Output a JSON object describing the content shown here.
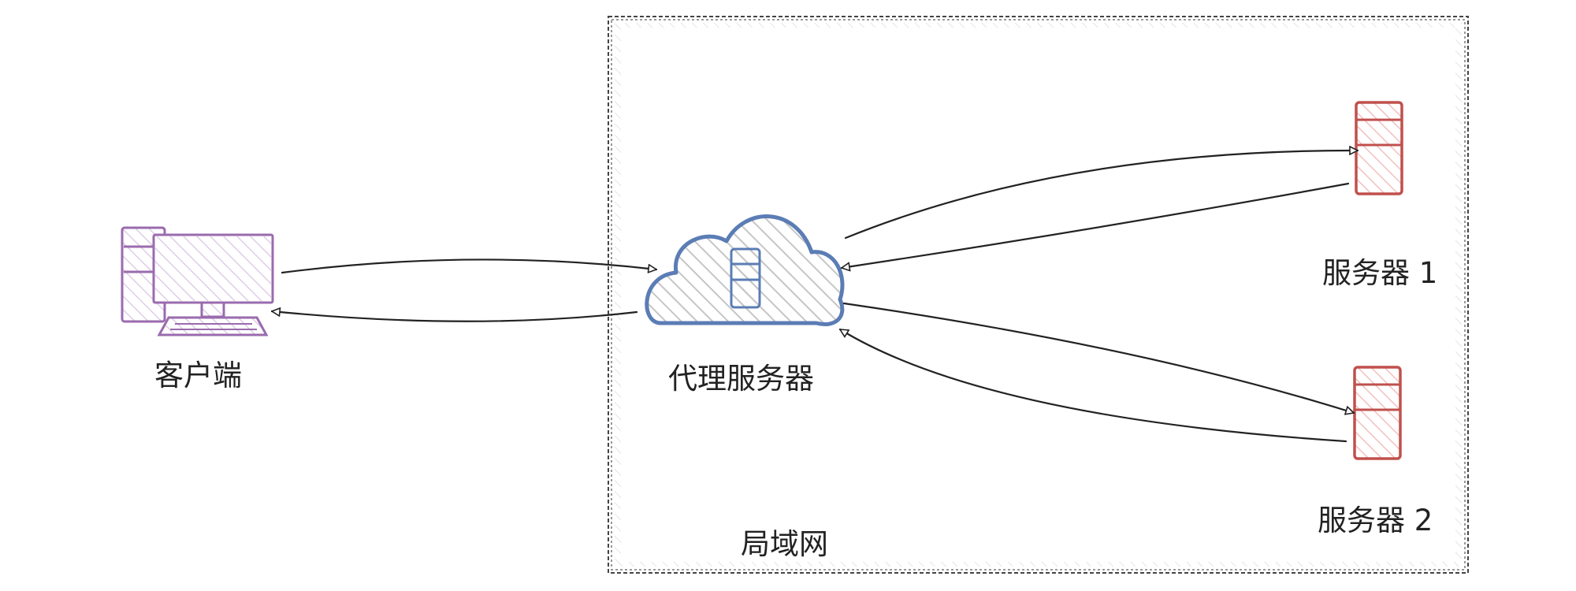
{
  "nodes": {
    "client": {
      "label": "客户端",
      "icon": "desktop-computer-icon",
      "color": "#9A6BAE"
    },
    "proxy": {
      "label": "代理服务器",
      "icon": "cloud-server-icon",
      "color": "#5B7DB5"
    },
    "server1": {
      "label": "服务器 1",
      "icon": "server-icon",
      "color": "#C0504D"
    },
    "server2": {
      "label": "服务器 2",
      "icon": "server-icon",
      "color": "#C0504D"
    }
  },
  "groups": {
    "lan": {
      "label": "局域网",
      "border_color": "#555555"
    }
  },
  "edges": [
    {
      "from": "client",
      "to": "proxy"
    },
    {
      "from": "proxy",
      "to": "client"
    },
    {
      "from": "proxy",
      "to": "server1"
    },
    {
      "from": "server1",
      "to": "proxy"
    },
    {
      "from": "proxy",
      "to": "server2"
    },
    {
      "from": "server2",
      "to": "proxy"
    }
  ]
}
